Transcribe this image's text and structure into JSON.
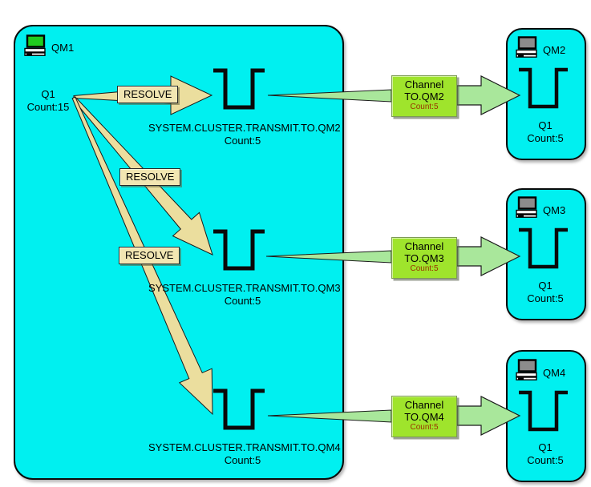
{
  "qm1": {
    "label": "QM1",
    "local_queue": {
      "name": "Q1",
      "count": "Count:15"
    },
    "resolves": [
      "RESOLVE",
      "RESOLVE",
      "RESOLVE"
    ],
    "transmit_queues": [
      {
        "name": "SYSTEM.CLUSTER.TRANSMIT.TO.QM2",
        "count": "Count:5"
      },
      {
        "name": "SYSTEM.CLUSTER.TRANSMIT.TO.QM3",
        "count": "Count:5"
      },
      {
        "name": "SYSTEM.CLUSTER.TRANSMIT.TO.QM4",
        "count": "Count:5"
      }
    ]
  },
  "channels": [
    {
      "title": "Channel",
      "name": "TO.QM2",
      "count": "Count:5"
    },
    {
      "title": "Channel",
      "name": "TO.QM3",
      "count": "Count:5"
    },
    {
      "title": "Channel",
      "name": "TO.QM4",
      "count": "Count:5"
    }
  ],
  "remote_qms": [
    {
      "label": "QM2",
      "queue": {
        "name": "Q1",
        "count": "Count:5"
      }
    },
    {
      "label": "QM3",
      "queue": {
        "name": "Q1",
        "count": "Count:5"
      }
    },
    {
      "label": "QM4",
      "queue": {
        "name": "Q1",
        "count": "Count:5"
      }
    }
  ],
  "icons": {
    "qm1_computer": "computer-icon-green",
    "remote_computer": "computer-icon-gray"
  },
  "colors": {
    "qm_box_fill": "#00F0F0",
    "resolve_arrow_fill": "#EBDE9E",
    "resolve_label_fill": "#F2E6B2",
    "channel_box_fill": "#9FE42C",
    "flow_arrow_fill": "#A9E79B",
    "queue_glyph": "#0a0a0a",
    "computer_screen_qm1": "#1FCC1F",
    "computer_screen_remote": "#8C8C8C",
    "channel_count_text": "#993300"
  }
}
